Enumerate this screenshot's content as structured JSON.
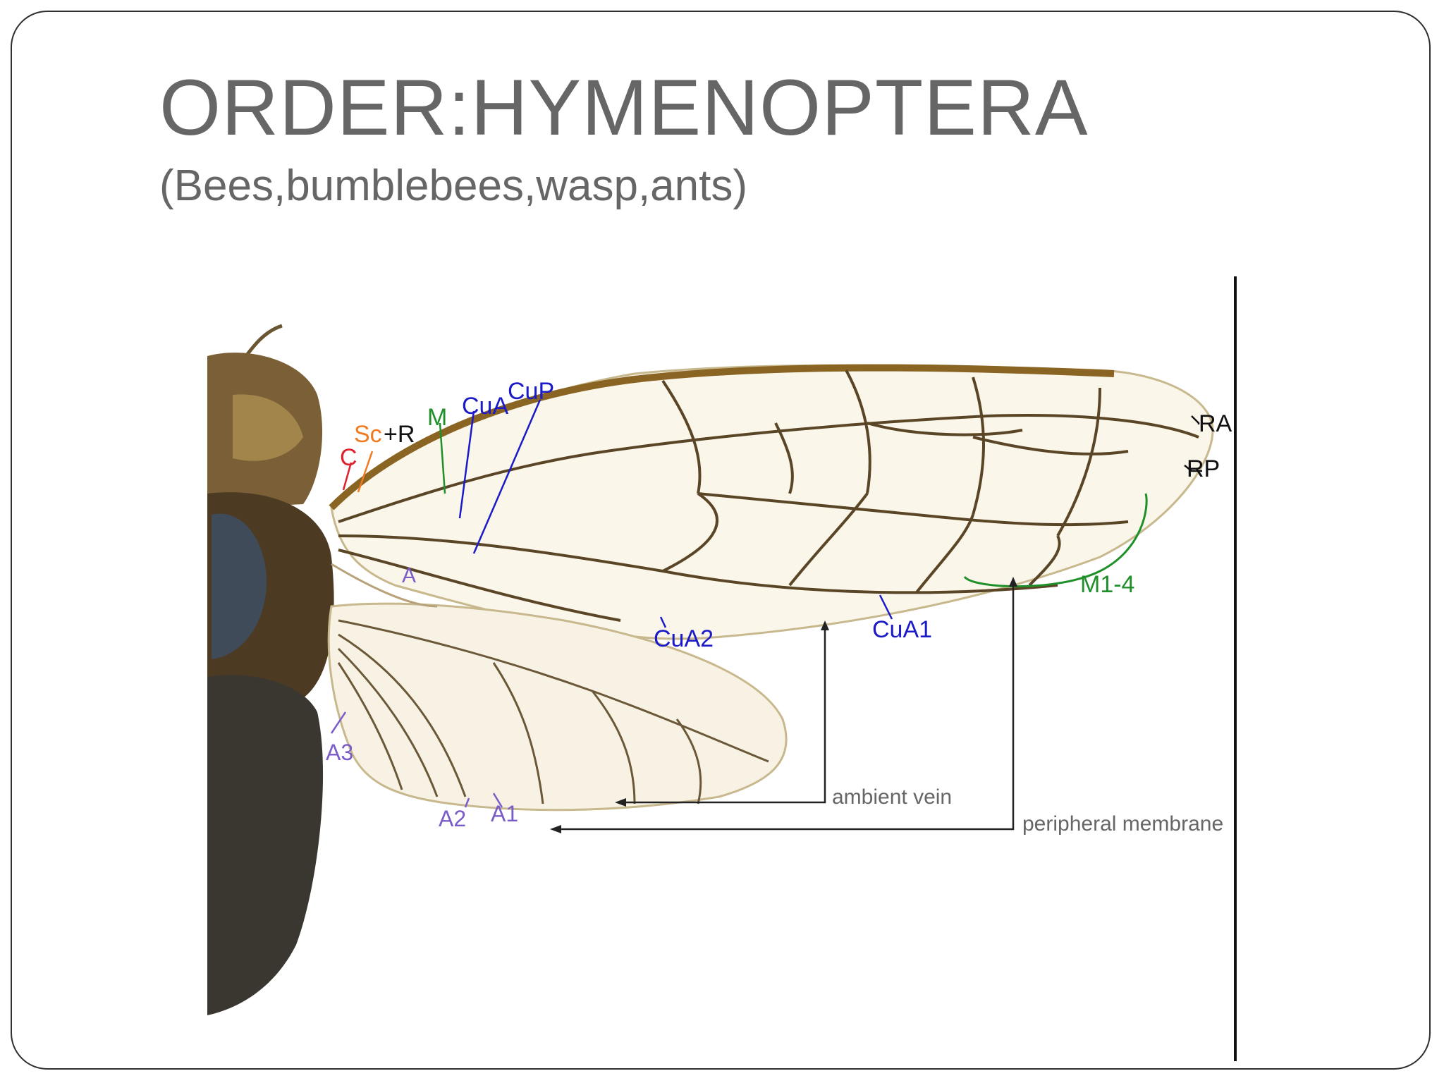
{
  "slide": {
    "title": "ORDER:HYMENOPTERA",
    "subtitle": "(Bees,bumblebees,wasp,ants)"
  },
  "diagram": {
    "labels": {
      "c": "C",
      "sc": "Sc",
      "plus_r": "+R",
      "m": "M",
      "cua": "CuA",
      "cup": "CuP",
      "ra": "RA",
      "rp": "RP",
      "a": "A",
      "m1_4": "M1-4",
      "cua2": "CuA2",
      "cua1": "CuA1",
      "a3": "A3",
      "a2": "A2",
      "a1": "A1",
      "ambient_vein": "ambient vein",
      "peripheral_membrane": "peripheral membrane"
    },
    "colors": {
      "c": "#e0202a",
      "sc": "#f07a20",
      "m": "#1f8f2a",
      "cu": "#1a1ac8",
      "anal": "#7a5cc8",
      "black": "#111111",
      "gray_text": "#666666",
      "wing_fill": "#fbf6ea",
      "vein": "#5a4626"
    }
  }
}
